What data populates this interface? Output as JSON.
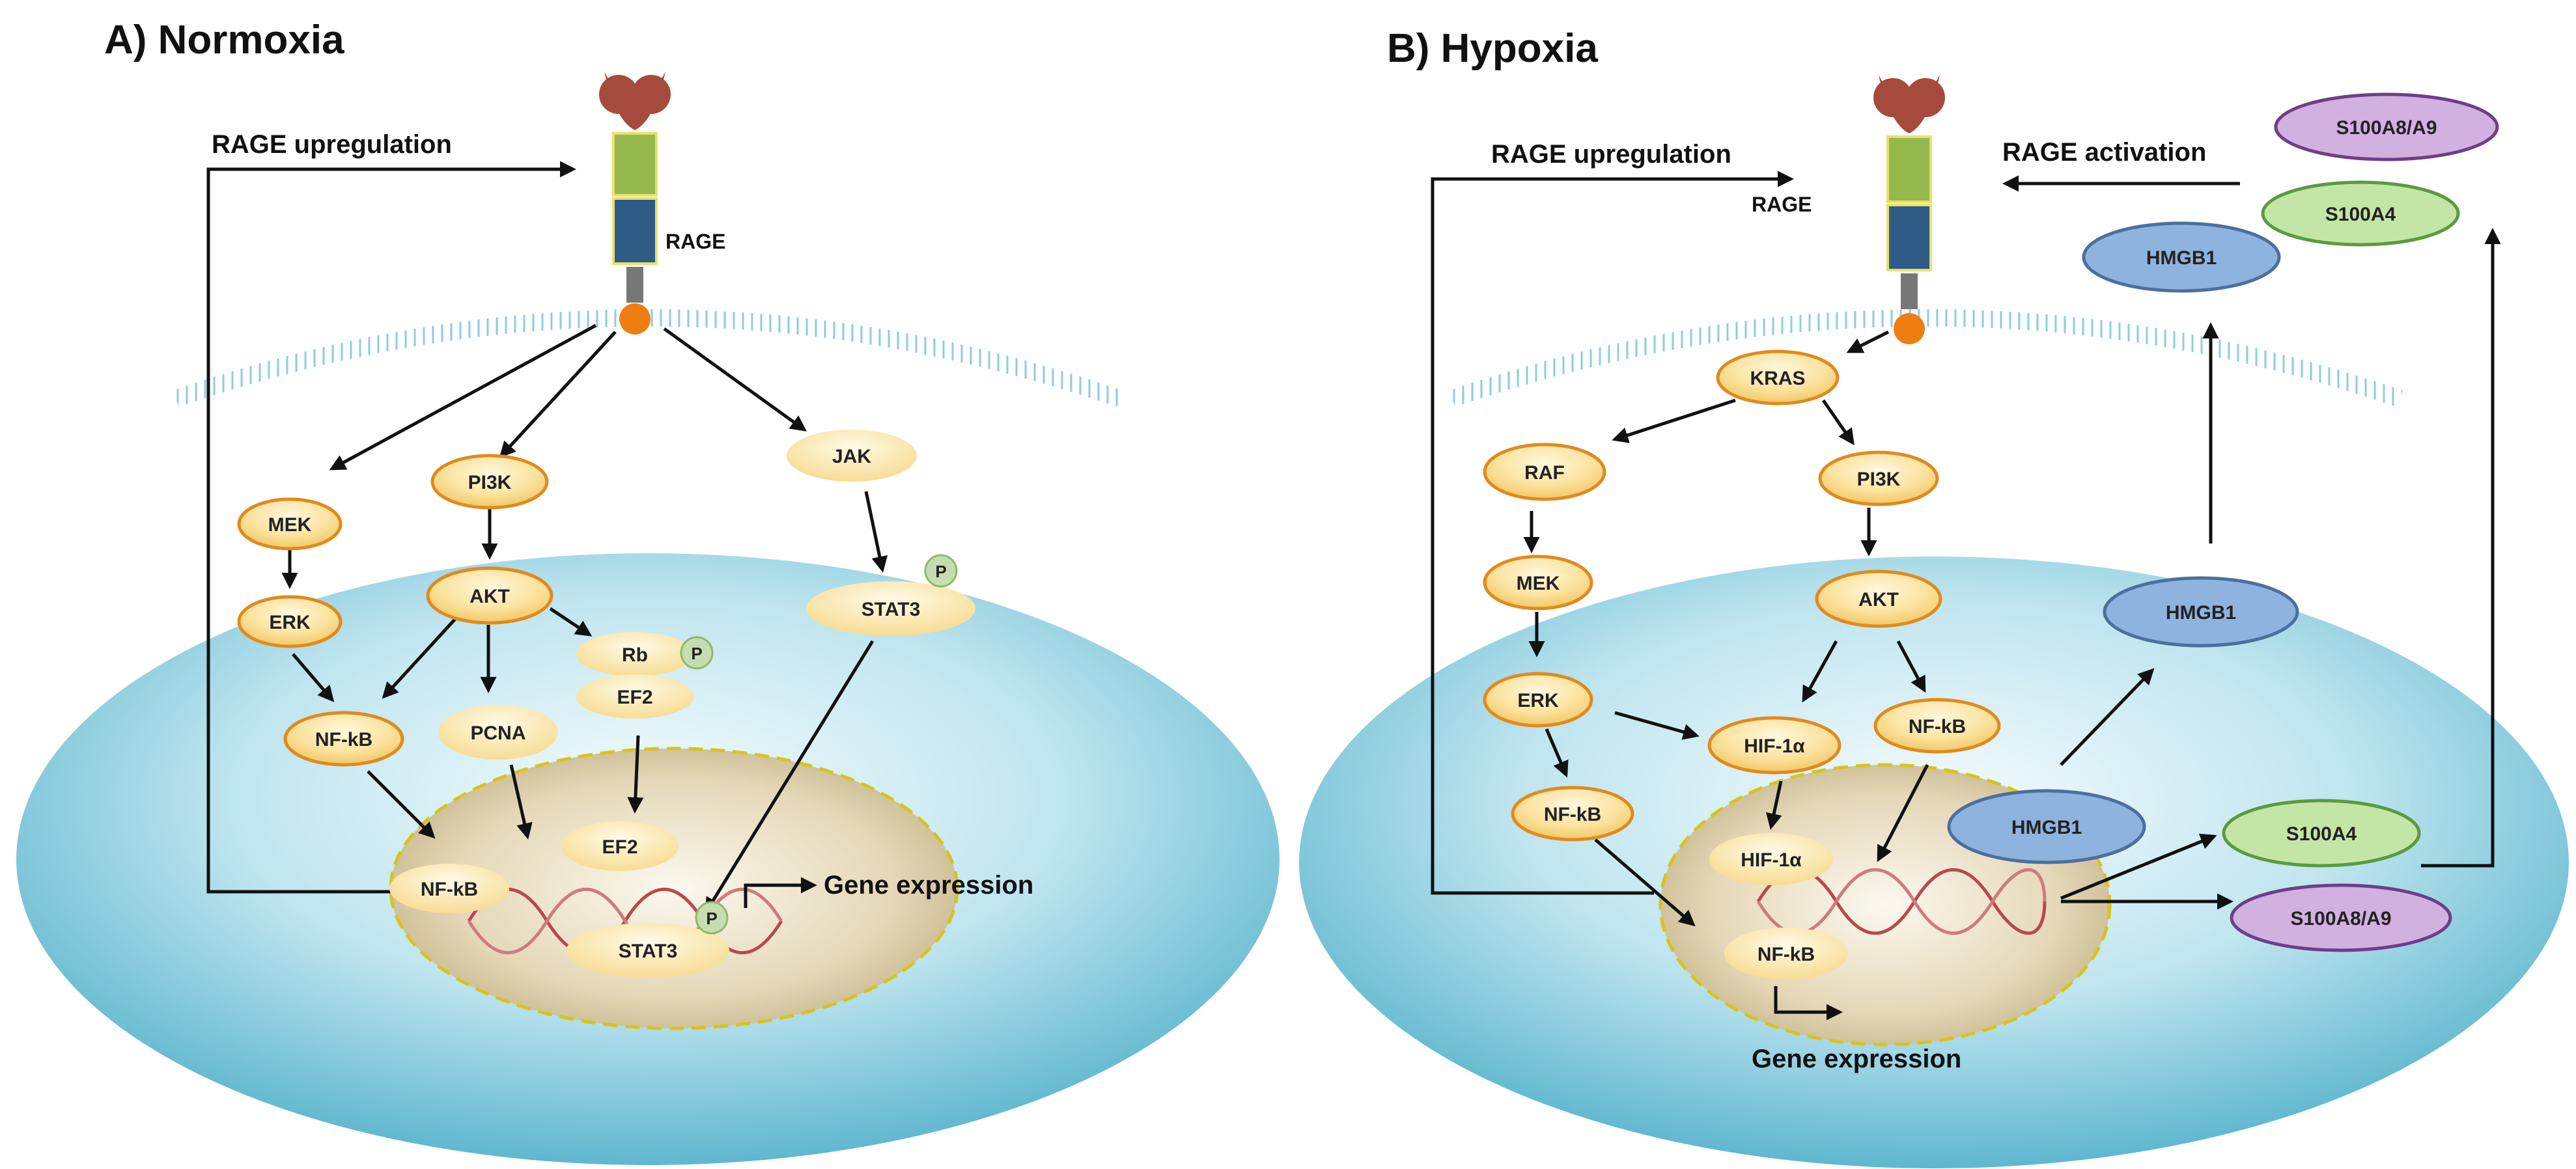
{
  "panels": {
    "a": {
      "title": "A) Normoxia",
      "receptor": "RAGE",
      "feedback_label": "RAGE upregulation",
      "output_label": "Gene expression",
      "nodes": {
        "mek": "MEK",
        "erk": "ERK",
        "nfkb": "NF-kB",
        "pi3k": "PI3K",
        "akt": "AKT",
        "pcna": "PCNA",
        "rb": "Rb",
        "ef2": "EF2",
        "jak": "JAK",
        "stat3": "STAT3",
        "nuc_ef2": "EF2",
        "nuc_nfkb": "NF-kB",
        "nuc_stat3": "STAT3",
        "phos": "P"
      }
    },
    "b": {
      "title": "B) Hypoxia",
      "receptor": "RAGE",
      "feedback_label": "RAGE upregulation",
      "activation_label": "RAGE activation",
      "output_label": "Gene expression",
      "nodes": {
        "kras": "KRAS",
        "raf": "RAF",
        "mek": "MEK",
        "erk": "ERK",
        "nfkb": "NF-kB",
        "pi3k": "PI3K",
        "akt": "AKT",
        "hif": "HIF-1α",
        "nfkb2": "NF-kB",
        "nuc_hif": "HIF-1α",
        "nuc_nfkb": "NF-kB",
        "hmgb1_top": "HMGB1",
        "hmgb1_mid": "HMGB1",
        "hmgb1_nuc": "HMGB1",
        "s100a4_top": "S100A4",
        "s100a89_top": "S100A8/A9",
        "s100a4_out": "S100A4",
        "s100a89_out": "S100A8/A9"
      }
    }
  },
  "colors": {
    "kinase_fill": "#f9dc8e",
    "kinase_border": "#e08a1e",
    "hmgb1": "#8fb3df",
    "s100a4": "#c3e6a6",
    "s100a89": "#d2b0e0",
    "phospho": "#c5ddb0",
    "cell": "#9fd6e6",
    "nucleus": "#e8dcc0"
  }
}
